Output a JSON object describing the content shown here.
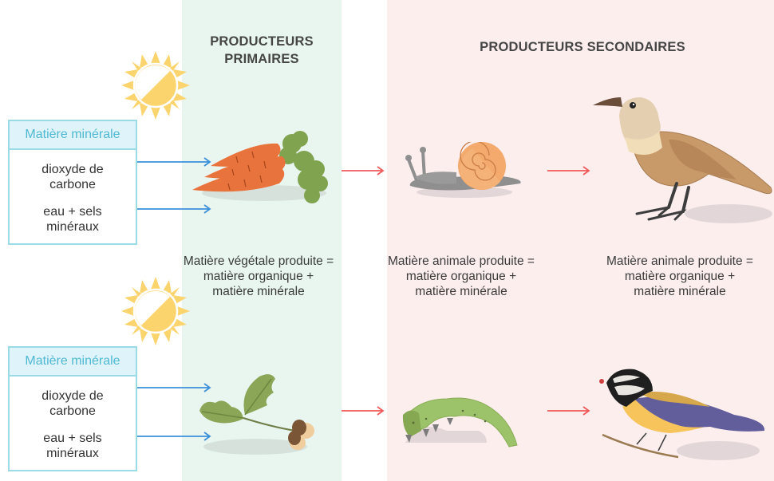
{
  "headings": {
    "primary": "PRODUCTEURS\nPRIMAIRES",
    "primary_line1": "PRODUCTEURS",
    "primary_line2": "PRIMAIRES",
    "secondary": "PRODUCTEURS SECONDAIRES"
  },
  "chains": [
    {
      "mineral_box": {
        "title": "Matière minérale",
        "items": [
          {
            "line1": "dioxyde de",
            "line2": "carbone"
          },
          {
            "line1": "eau + sels",
            "line2": "minéraux"
          }
        ]
      },
      "organisms": [
        "sun-icon",
        "carrots",
        "snail",
        "thrush-bird"
      ]
    },
    {
      "mineral_box": {
        "title": "Matière minérale",
        "items": [
          {
            "line1": "dioxyde de",
            "line2": "carbone"
          },
          {
            "line1": "eau + sels",
            "line2": "minéraux"
          }
        ]
      },
      "organisms": [
        "sun-icon",
        "oak-leaves-acorn",
        "caterpillar",
        "great-tit-bird"
      ]
    }
  ],
  "captions": [
    {
      "line1": "Matière végétale produite =",
      "line2": "matière organique +",
      "line3": "matière minérale"
    },
    {
      "line1": "Matière animale produite =",
      "line2": "matière organique +",
      "line3": "matière minérale"
    },
    {
      "line1": "Matière animale produite =",
      "line2": "matière organique +",
      "line3": "matière minérale"
    }
  ],
  "colors": {
    "primary_panel": "#e9f6f0",
    "secondary_panel": "#fdeeee",
    "box_border": "#9adbe6",
    "box_title_bg": "#dff3fa",
    "box_title_text": "#4fb9d3",
    "input_arrow": "#3b8fd9",
    "food_arrow": "#f05a5a",
    "sun": "#fbd46d"
  }
}
